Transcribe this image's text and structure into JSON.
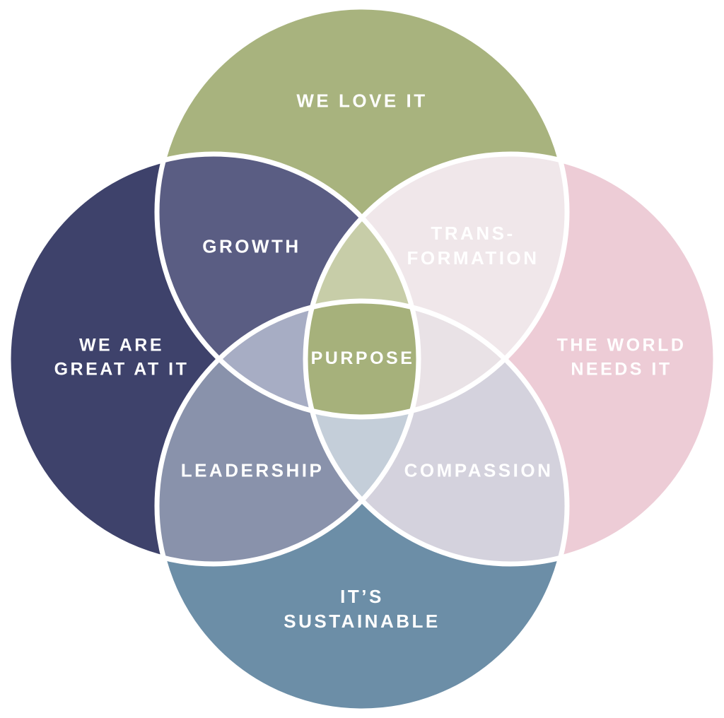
{
  "diagram": {
    "type": "venn-4-circle",
    "background": "#ffffff",
    "stroke_color": "#ffffff",
    "text_color": "#ffffff",
    "circles": {
      "top": {
        "label": "WE LOVE IT",
        "color": "#a8b37e"
      },
      "left": {
        "label_line1": "WE ARE",
        "label_line2": "GREAT AT IT",
        "color": "#3e426b"
      },
      "right": {
        "label_line1": "THE WORLD",
        "label_line2": "NEEDS IT",
        "color": "#edccd6"
      },
      "bottom": {
        "label_line1": "IT’S",
        "label_line2": "SUSTAINABLE",
        "color": "#6c8ea7"
      }
    },
    "intersections": {
      "top_left": {
        "label": "GROWTH",
        "color": "#5a5d83"
      },
      "top_right": {
        "label_line1": "TRANS-",
        "label_line2": "FORMATION",
        "color": "#f0e7ea"
      },
      "bottom_left": {
        "label": "LEADERSHIP",
        "color": "#8992ab"
      },
      "bottom_right": {
        "label": "COMPASSION",
        "color": "#d4d2dd"
      },
      "top_left_right": {
        "color": "#c7cda8"
      },
      "top_left_bottom": {
        "color": "#a7adc4"
      },
      "top_right_bottom": {
        "color": "#e9e2e6"
      },
      "left_right_bottom": {
        "color": "#c4ced9"
      },
      "center": {
        "label": "PURPOSE",
        "color": "#a6b17b"
      }
    }
  }
}
